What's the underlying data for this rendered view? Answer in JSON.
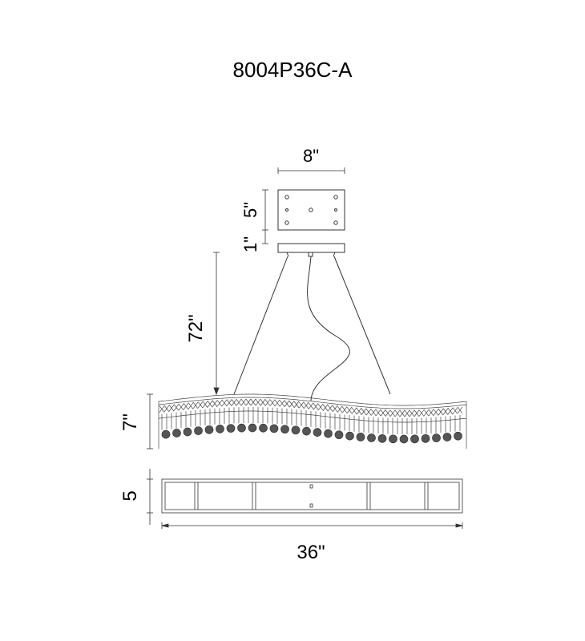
{
  "title": "8004P36C-A",
  "dimensions": {
    "canopy_width": "8\"",
    "canopy_depth": "5\"",
    "canopy_height": "1\"",
    "chain_length": "72\"",
    "fixture_height": "7\"",
    "fixture_depth": "5",
    "fixture_width": "36\""
  },
  "colors": {
    "line": "#333333",
    "crystal": "#444444"
  }
}
